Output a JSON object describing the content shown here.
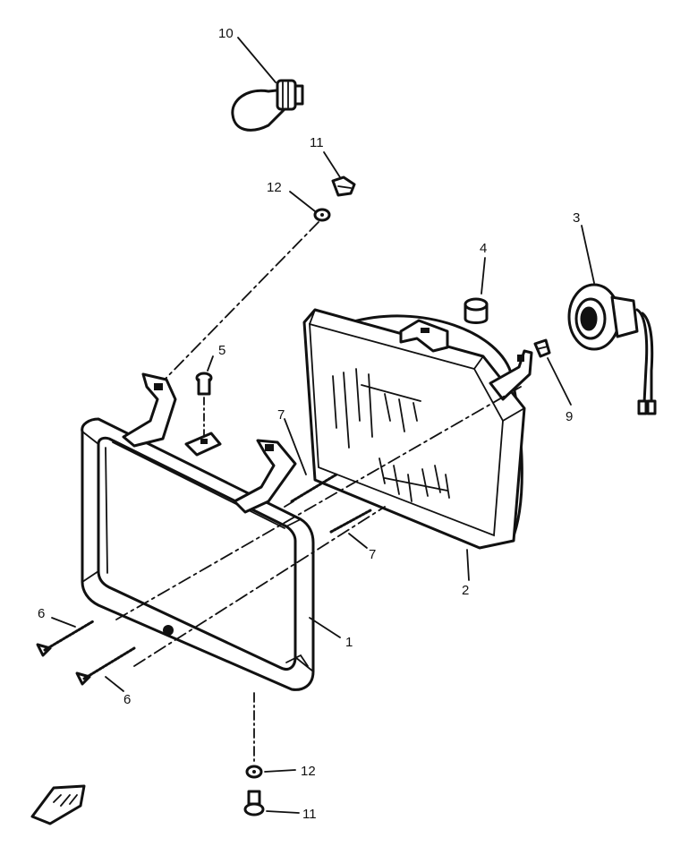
{
  "callouts": [
    {
      "id": "frame",
      "number": "1"
    },
    {
      "id": "headlight-unit",
      "number": "2"
    },
    {
      "id": "bulb-socket",
      "number": "3"
    },
    {
      "id": "cap",
      "number": "4"
    },
    {
      "id": "top-screw",
      "number": "5"
    },
    {
      "id": "long-screw-a",
      "number": "6"
    },
    {
      "id": "long-screw-b",
      "number": "6"
    },
    {
      "id": "spring-a",
      "number": "7"
    },
    {
      "id": "spring-b",
      "number": "7"
    },
    {
      "id": "clip",
      "number": "9"
    },
    {
      "id": "bulb",
      "number": "10"
    },
    {
      "id": "screw-top",
      "number": "11"
    },
    {
      "id": "screw-bottom",
      "number": "11"
    },
    {
      "id": "washer-top",
      "number": "12"
    },
    {
      "id": "washer-bottom",
      "number": "12"
    }
  ]
}
